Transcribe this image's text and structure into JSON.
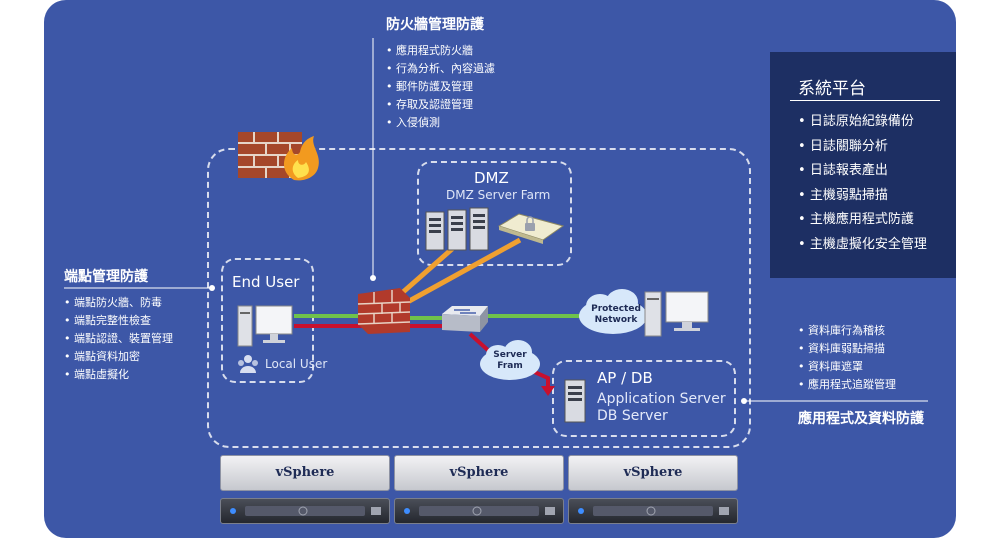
{
  "firewall_mgmt": {
    "title": "防火牆管理防護",
    "items": [
      "應用程式防火牆",
      "行為分析、內容過濾",
      "郵件防護及管理",
      "存取及認證管理",
      "入侵偵測"
    ]
  },
  "endpoint_mgmt": {
    "title": "端點管理防護",
    "items": [
      "端點防火牆、防毒",
      "端點完整性檢查",
      "端點認證、裝置管理",
      "端點資料加密",
      "端點虛擬化"
    ]
  },
  "system_platform": {
    "title": "系統平台",
    "items": [
      "日誌原始紀錄備份",
      "日誌關聯分析",
      "日誌報表產出",
      "主機弱點掃描",
      "主機應用程式防護",
      "主機虛擬化安全管理"
    ]
  },
  "app_db": {
    "title": "應用程式及資料防護",
    "items": [
      "資料庫行為稽核",
      "資料庫弱點掃描",
      "資料庫遮罩",
      "應用程式追蹤管理"
    ]
  },
  "dmz": {
    "title": "DMZ",
    "subtitle": "DMZ Server Farm"
  },
  "end_user": {
    "title": "End User",
    "local_user": "Local User"
  },
  "protected_network": "Protected\nNetwork",
  "server_farm": "Server\nFram",
  "ap_db": {
    "title": "AP / DB",
    "line1": "Application Server",
    "line2": "DB Server"
  },
  "vsphere": [
    "vSphere",
    "vSphere",
    "vSphere"
  ],
  "colors": {
    "panel": "#3d57a7",
    "platform": "#1d2f63",
    "orange_link": "#f0a030",
    "green_link": "#6fc24a",
    "red_link": "#c8102e"
  }
}
